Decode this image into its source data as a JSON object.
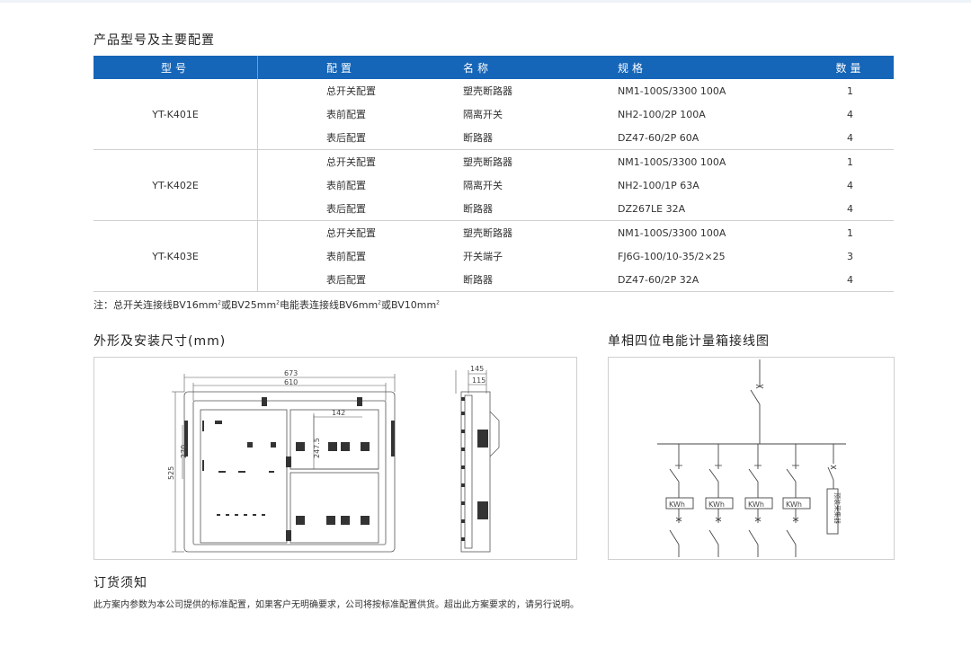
{
  "section1_title": "产品型号及主要配置",
  "table": {
    "headers": [
      "型号",
      "配置",
      "名称",
      "规格",
      "数量"
    ],
    "groups": [
      {
        "model": "YT-K401E",
        "rows": [
          {
            "config": "总开关配置",
            "name": "塑壳断路器",
            "spec": "NM1-100S/3300 100A",
            "qty": "1"
          },
          {
            "config": "表前配置",
            "name": "隔离开关",
            "spec": "NH2-100/2P 100A",
            "qty": "4"
          },
          {
            "config": "表后配置",
            "name": "断路器",
            "spec": "DZ47-60/2P 60A",
            "qty": "4"
          }
        ]
      },
      {
        "model": "YT-K402E",
        "rows": [
          {
            "config": "总开关配置",
            "name": "塑壳断路器",
            "spec": "NM1-100S/3300 100A",
            "qty": "1"
          },
          {
            "config": "表前配置",
            "name": "隔离开关",
            "spec": "NH2-100/1P 63A",
            "qty": "4"
          },
          {
            "config": "表后配置",
            "name": "断路器",
            "spec": "DZ267LE 32A",
            "qty": "4"
          }
        ]
      },
      {
        "model": "YT-K403E",
        "rows": [
          {
            "config": "总开关配置",
            "name": "塑壳断路器",
            "spec": "NM1-100S/3300 100A",
            "qty": "1"
          },
          {
            "config": "表前配置",
            "name": "开关端子",
            "spec": "FJ6G-100/10-35/2×25",
            "qty": "3"
          },
          {
            "config": "表后配置",
            "name": "断路器",
            "spec": "DZ47-60/2P 32A",
            "qty": "4"
          }
        ]
      }
    ]
  },
  "note": {
    "prefix": "注：总开关连接线BV16mm",
    "mid1": "或BV25mm",
    "mid2": "电能表连接线BV6mm",
    "mid3": "或BV10mm",
    "sup": "2"
  },
  "section2_title": "外形及安装尺寸(mm)",
  "section3_title": "单相四位电能计量箱接线图",
  "dimensions": {
    "d673": "673",
    "d610": "610",
    "d142": "142",
    "d2475": "247.5",
    "d270": "270",
    "d525": "525",
    "d145": "145",
    "d115": "115"
  },
  "wiring": {
    "meter_label": "KWh",
    "collector_label": "预装采集器"
  },
  "section4_title": "订货须知",
  "footer_text": "此方案内参数为本公司提供的标准配置，如果客户无明确要求，公司将按标准配置供货。超出此方案要求的，请另行说明。"
}
